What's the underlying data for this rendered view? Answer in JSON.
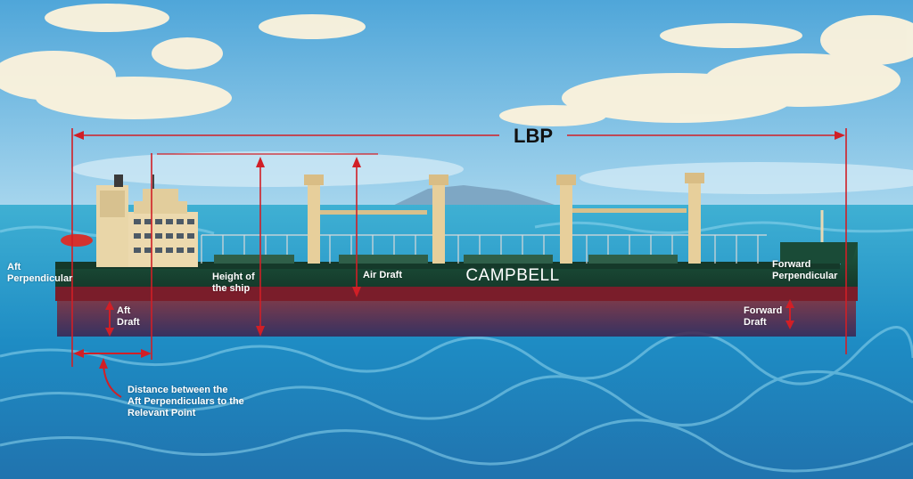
{
  "diagram": {
    "dimension_labels": {
      "lbp": "LBP",
      "aft_perpendicular": [
        "Aft",
        "Perpendicular"
      ],
      "forward_perpendicular": [
        "Forward",
        "Perpendicular"
      ],
      "height_of_ship": [
        "Height of",
        "the ship"
      ],
      "air_draft": "Air Draft",
      "aft_draft": [
        "Aft",
        "Draft"
      ],
      "forward_draft": [
        "Forward",
        "Draft"
      ],
      "distance_note": [
        "Distance between the",
        "Aft Perpendiculars to the",
        "Relevant Point"
      ]
    },
    "ship": {
      "name": "CAMPBELL"
    },
    "colors": {
      "sky": "#6fb6de",
      "sea": "#1f8fc6",
      "hull_green": "#1c4a36",
      "hull_red": "#7a1d2a",
      "superstructure": "#e9d6a8",
      "marker_red": "#d11f26"
    }
  }
}
